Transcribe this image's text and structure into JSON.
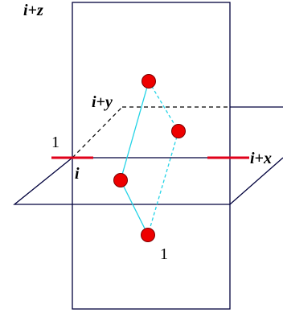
{
  "labels": {
    "z_axis": "i+z",
    "y_axis": "i+y",
    "x_axis": "i+x",
    "origin": "i",
    "one_left": "1",
    "one_bottom": "1"
  },
  "colors": {
    "plane_edge": "#00003c",
    "link_red": "#e0001a",
    "bond_cyan": "#22d3e6",
    "atom_fill": "#ee0000",
    "atom_stroke": "#7a0000"
  }
}
